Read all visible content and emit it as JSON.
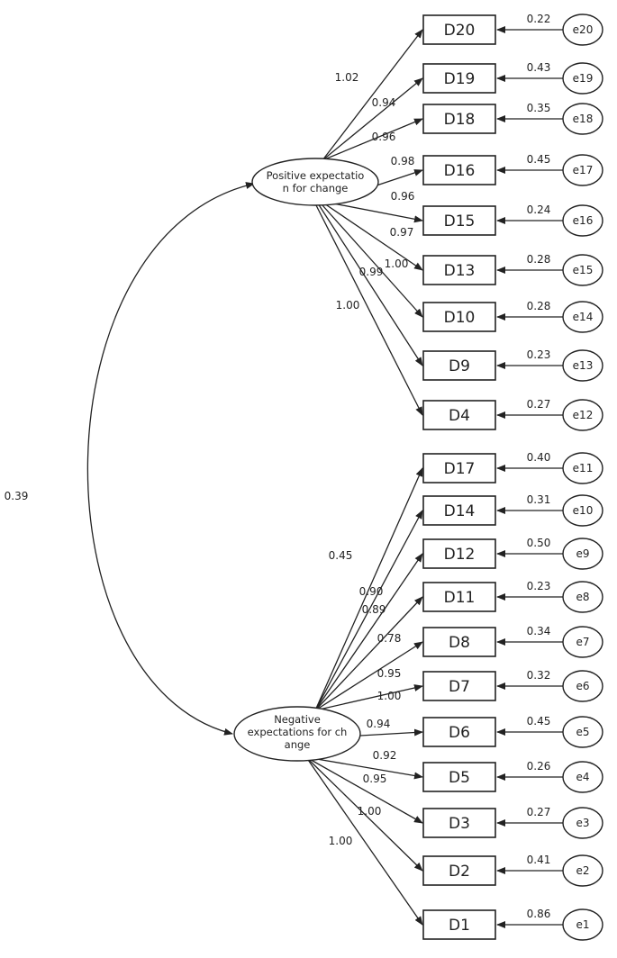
{
  "factors": {
    "positive": {
      "lines": [
        "Positive expectatio",
        "n for change"
      ],
      "items": [
        {
          "label": "D20",
          "loading": "1.02",
          "error": "e20",
          "error_value": "0.22"
        },
        {
          "label": "D19",
          "loading": "0.94",
          "error": "e19",
          "error_value": "0.43"
        },
        {
          "label": "D18",
          "loading": "0.96",
          "error": "e18",
          "error_value": "0.35"
        },
        {
          "label": "D16",
          "loading": "0.98",
          "error": "e17",
          "error_value": "0.45"
        },
        {
          "label": "D15",
          "loading": "0.96",
          "error": "e16",
          "error_value": "0.24"
        },
        {
          "label": "D13",
          "loading": "0.97",
          "error": "e15",
          "error_value": "0.28"
        },
        {
          "label": "D10",
          "loading": "1.00",
          "error": "e14",
          "error_value": "0.28"
        },
        {
          "label": "D9",
          "loading": "0.99",
          "error": "e13",
          "error_value": "0.23"
        },
        {
          "label": "D4",
          "loading": "1.00",
          "error": "e12",
          "error_value": "0.27"
        }
      ]
    },
    "negative": {
      "lines": [
        "Negative",
        "expectations for ch",
        "ange"
      ],
      "items": [
        {
          "label": "D17",
          "loading": "0.45",
          "error": "e11",
          "error_value": "0.40"
        },
        {
          "label": "D14",
          "loading": "0.90",
          "error": "e10",
          "error_value": "0.31"
        },
        {
          "label": "D12",
          "loading": "0.89",
          "error": "e9",
          "error_value": "0.50"
        },
        {
          "label": "D11",
          "loading": "0.78",
          "error": "e8",
          "error_value": "0.23"
        },
        {
          "label": "D8",
          "loading": "0.95",
          "error": "e7",
          "error_value": "0.34"
        },
        {
          "label": "D7",
          "loading": "1.00",
          "error": "e6",
          "error_value": "0.32"
        },
        {
          "label": "D6",
          "loading": "0.94",
          "error": "e5",
          "error_value": "0.45"
        },
        {
          "label": "D5",
          "loading": "0.92",
          "error": "e4",
          "error_value": "0.26"
        },
        {
          "label": "D3",
          "loading": "0.95",
          "error": "e3",
          "error_value": "0.27"
        },
        {
          "label": "D2",
          "loading": "1.00",
          "error": "e2",
          "error_value": "0.41"
        },
        {
          "label": "D1",
          "loading": "1.00",
          "error": "e1",
          "error_value": "0.86"
        }
      ]
    }
  },
  "correlation": "0.39"
}
